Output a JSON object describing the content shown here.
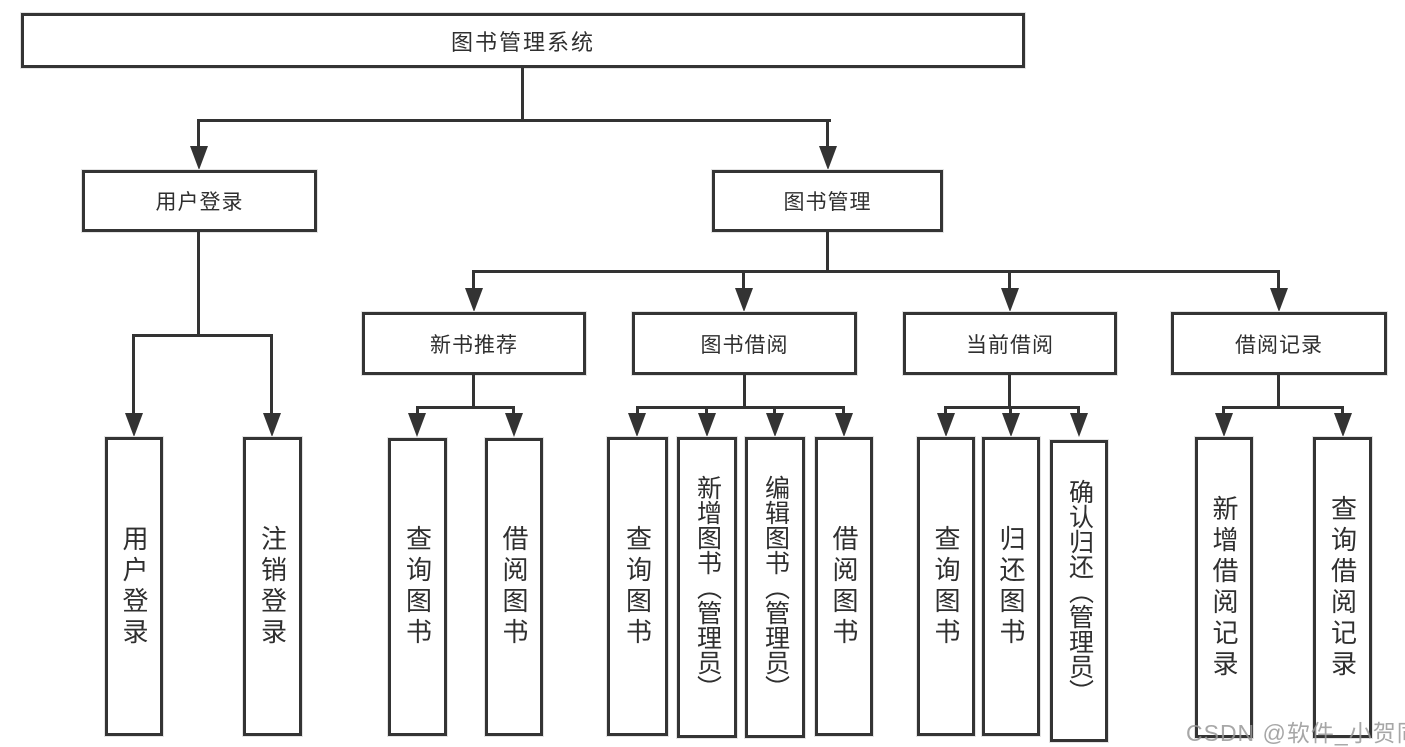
{
  "diagram": {
    "watermark": "CSDN @软件_小贺同学",
    "colors": {
      "line": "#333333",
      "text": "#2f2f2f",
      "box_background": "#ffffff",
      "watermark": "#989898"
    },
    "tree": {
      "root": {
        "label": "图书管理系统"
      },
      "branches": [
        {
          "label": "用户登录",
          "children": [
            {
              "label": "用户登录"
            },
            {
              "label": "注销登录"
            }
          ]
        },
        {
          "label": "图书管理",
          "children": [
            {
              "label": "新书推荐",
              "children": [
                {
                  "label": "查询图书"
                },
                {
                  "label": "借阅图书"
                }
              ]
            },
            {
              "label": "图书借阅",
              "children": [
                {
                  "label": "查询图书"
                },
                {
                  "label": "新增图书（管理员）"
                },
                {
                  "label": "编辑图书（管理员）"
                },
                {
                  "label": "借阅图书"
                }
              ]
            },
            {
              "label": "当前借阅",
              "children": [
                {
                  "label": "查询图书"
                },
                {
                  "label": "归还图书"
                },
                {
                  "label": "确认归还（管理员）"
                }
              ]
            },
            {
              "label": "借阅记录",
              "children": [
                {
                  "label": "新增借阅记录"
                },
                {
                  "label": "查询借阅记录"
                }
              ]
            }
          ]
        }
      ]
    }
  }
}
